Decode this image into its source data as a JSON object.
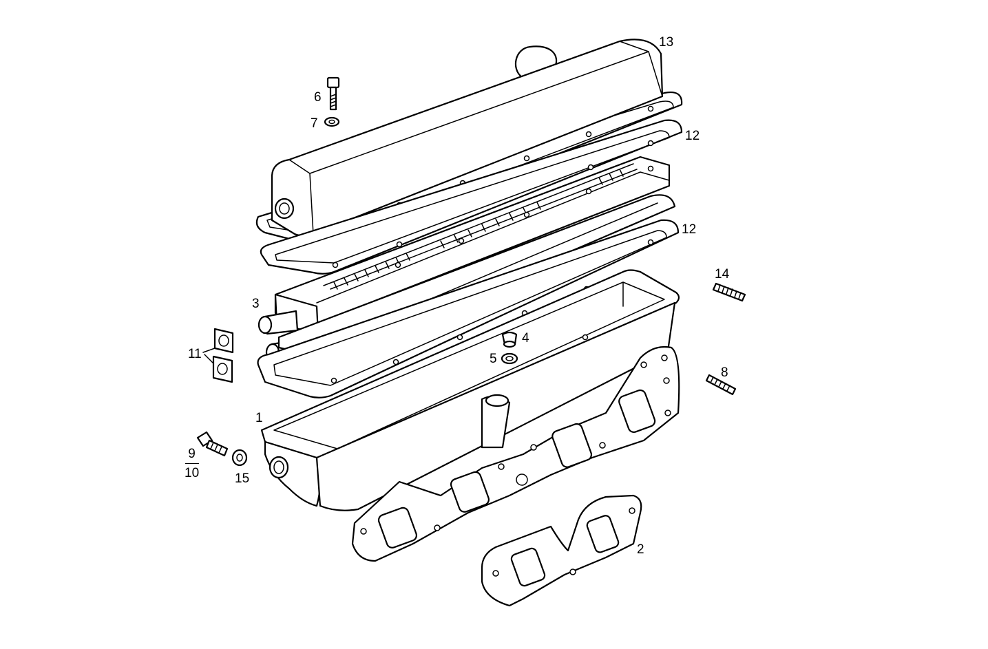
{
  "callouts": {
    "p1": "1",
    "p2": "2",
    "p3": "3",
    "p4": "4",
    "p5": "5",
    "p6": "6",
    "p7": "7",
    "p8": "8",
    "p9": "9",
    "p10": "10",
    "p11": "11",
    "p12a": "12",
    "p12b": "12",
    "p13": "13",
    "p14": "14",
    "p15": "15"
  }
}
